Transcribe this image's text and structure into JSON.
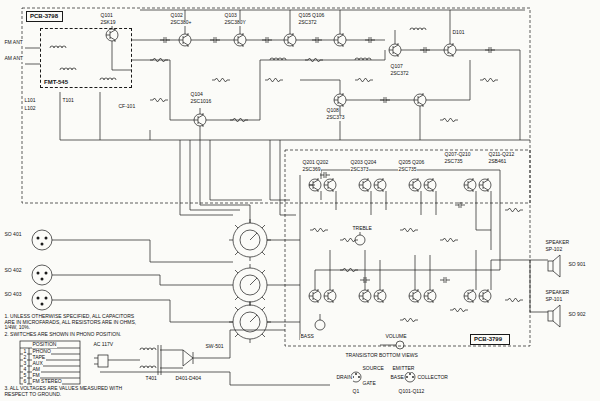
{
  "diagram": {
    "nodes": [
      {
        "text": [
          "FMT-545"
        ]
      },
      {
        "text": [
          "PCB-3798"
        ]
      },
      {
        "text": [
          "PCB-3799"
        ]
      }
    ],
    "labels": [
      "FM ANT",
      "AM ANT",
      "Q101",
      "2SK19",
      "Q102",
      "2SC380+",
      "Q103",
      "2SC380Y",
      "Q105 Q106",
      "2SC372",
      "Q107",
      "2SC372",
      "Q104",
      "2SC1016",
      "Q108",
      "2SC373",
      "D101",
      "L101",
      "L102",
      "CF-101",
      "T101",
      "Q201 Q202",
      "2SC369",
      "Q203 Q204",
      "2SC373",
      "Q205 Q206",
      "2SC735",
      "Q207-Q210",
      "2SC735",
      "Q211-Q212",
      "2SB461",
      "TREBLE",
      "BASS",
      "VOLUME",
      "SPEAKER",
      "SP-102",
      "SPEAKER",
      "SP-101",
      "SO 901",
      "SO 902",
      "SO 401",
      "SO 402",
      "SO 403",
      "TRANSISTOR BOTTOM VIEWS",
      "DRAIN",
      "SOURCE",
      "GATE",
      "Q1",
      "EMITTER",
      "BASE",
      "COLLECTOR",
      "Q101-Q112",
      "1. UNLESS OTHERWISE SPECIFIED, ALL CAPACITORS ARE IN MICROFARADS, ALL RESISTORS ARE IN OHMS, 1/4W, 10%.",
      "2. SWITCHES ARE SHOWN IN PHONO POSITION.",
      "POSITION",
      "1",
      "PHONO",
      "2",
      "TAPE",
      "3",
      "AUX",
      "4",
      "AM",
      "5",
      "FM",
      "6",
      "FM STEREO",
      "3. ALL VOLTAGES ARE VALUES MEASURED WITH RESPECT TO GROUND.",
      "AC 117V",
      "T401",
      "D401-D404",
      "SW-501"
    ]
  }
}
